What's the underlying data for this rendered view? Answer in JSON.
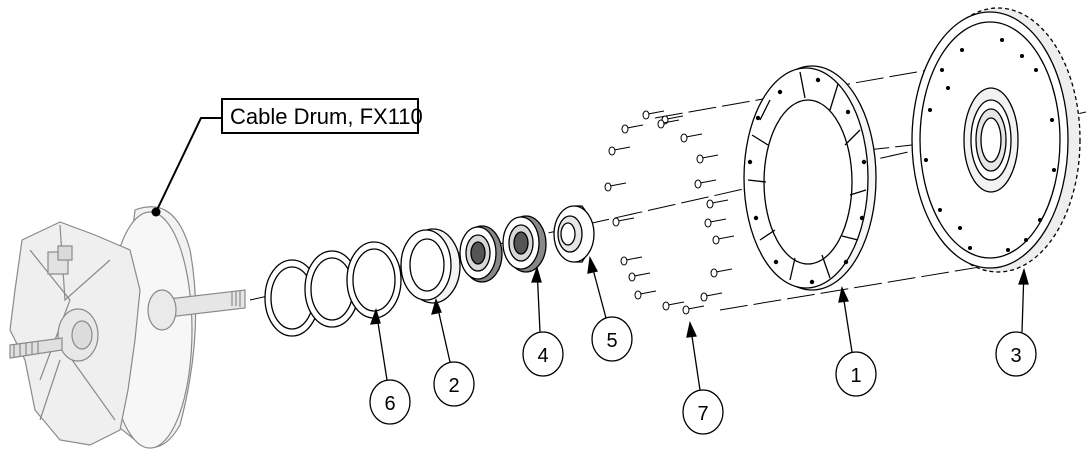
{
  "label": {
    "text": "Cable Drum, FX110"
  },
  "callouts": [
    {
      "id": "balloon-6",
      "text": "6"
    },
    {
      "id": "balloon-2",
      "text": "2"
    },
    {
      "id": "balloon-4",
      "text": "4"
    },
    {
      "id": "balloon-5",
      "text": "5"
    },
    {
      "id": "balloon-7",
      "text": "7"
    },
    {
      "id": "balloon-1",
      "text": "1"
    },
    {
      "id": "balloon-3",
      "text": "3"
    }
  ],
  "colors": {
    "ink": "#000000",
    "faded_ink": "#8a8a8a",
    "part_fill": "#f4f4f4"
  }
}
